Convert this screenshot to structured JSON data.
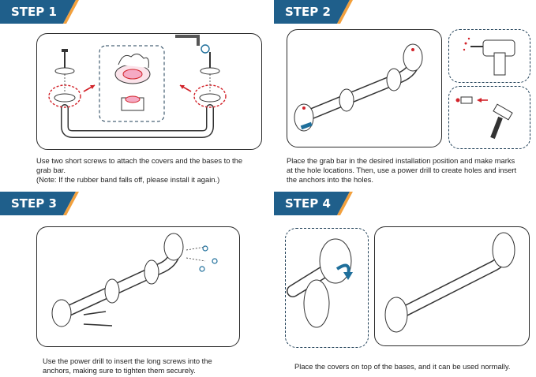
{
  "steps": [
    {
      "label": "STEP 1",
      "caption_lines": [
        "Use two short screws to attach the covers and the bases to the",
        "grab bar.",
        "(Note: If the rubber band falls off, please install it again.)"
      ]
    },
    {
      "label": "STEP 2",
      "caption_lines": [
        "Place the grab bar in the desired installation position and make marks",
        "at the hole locations. Then, use a power drill to create holes and insert",
        "the anchors into the holes."
      ]
    },
    {
      "label": "STEP 3",
      "caption_lines": [
        "Use the power drill to insert the long screws into the",
        "anchors, making sure to tighten them securely."
      ]
    },
    {
      "label": "STEP 4",
      "caption_lines": [
        "Place the covers on top of the bases,  and it can be used normally."
      ]
    }
  ],
  "colors": {
    "badge_blue": "#1f5f8b",
    "badge_accent": "#f2a03d",
    "highlight_red": "#d2232a",
    "arrow_blue": "#1f6f9b"
  }
}
